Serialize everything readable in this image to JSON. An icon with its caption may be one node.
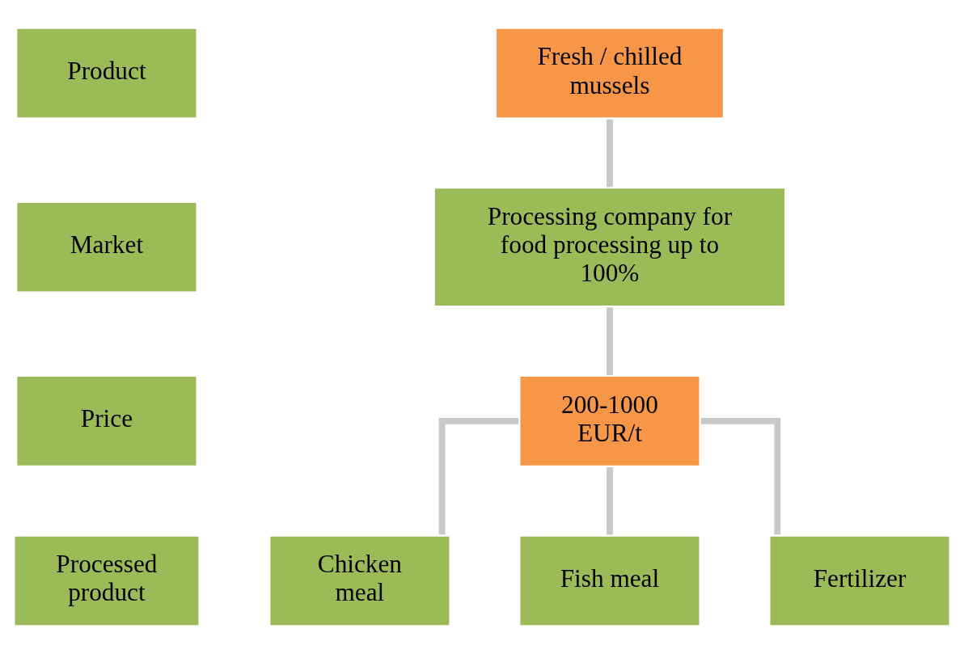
{
  "diagram": {
    "nodes": [
      {
        "text": [
          "Product"
        ]
      },
      {
        "text": [
          "Market"
        ]
      },
      {
        "text": [
          "Price"
        ]
      },
      {
        "text": [
          "Processed product"
        ]
      },
      {
        "text": [
          "Fresh / chilled mussels"
        ]
      },
      {
        "text": [
          "Processing company for food processing up to 100%"
        ]
      },
      {
        "text": [
          "200-1000 EUR/t"
        ]
      },
      {
        "text": [
          "Chicken meal"
        ]
      },
      {
        "text": [
          "Fish meal"
        ]
      },
      {
        "text": [
          "Fertilizer"
        ]
      }
    ],
    "edges": [
      {
        "from": 4,
        "to": 5,
        "arrow": "none"
      },
      {
        "from": 5,
        "to": 6,
        "arrow": "none"
      },
      {
        "from": 6,
        "to": 7,
        "arrow": "none"
      },
      {
        "from": 6,
        "to": 8,
        "arrow": "none"
      },
      {
        "from": 6,
        "to": 9,
        "arrow": "none"
      }
    ]
  }
}
